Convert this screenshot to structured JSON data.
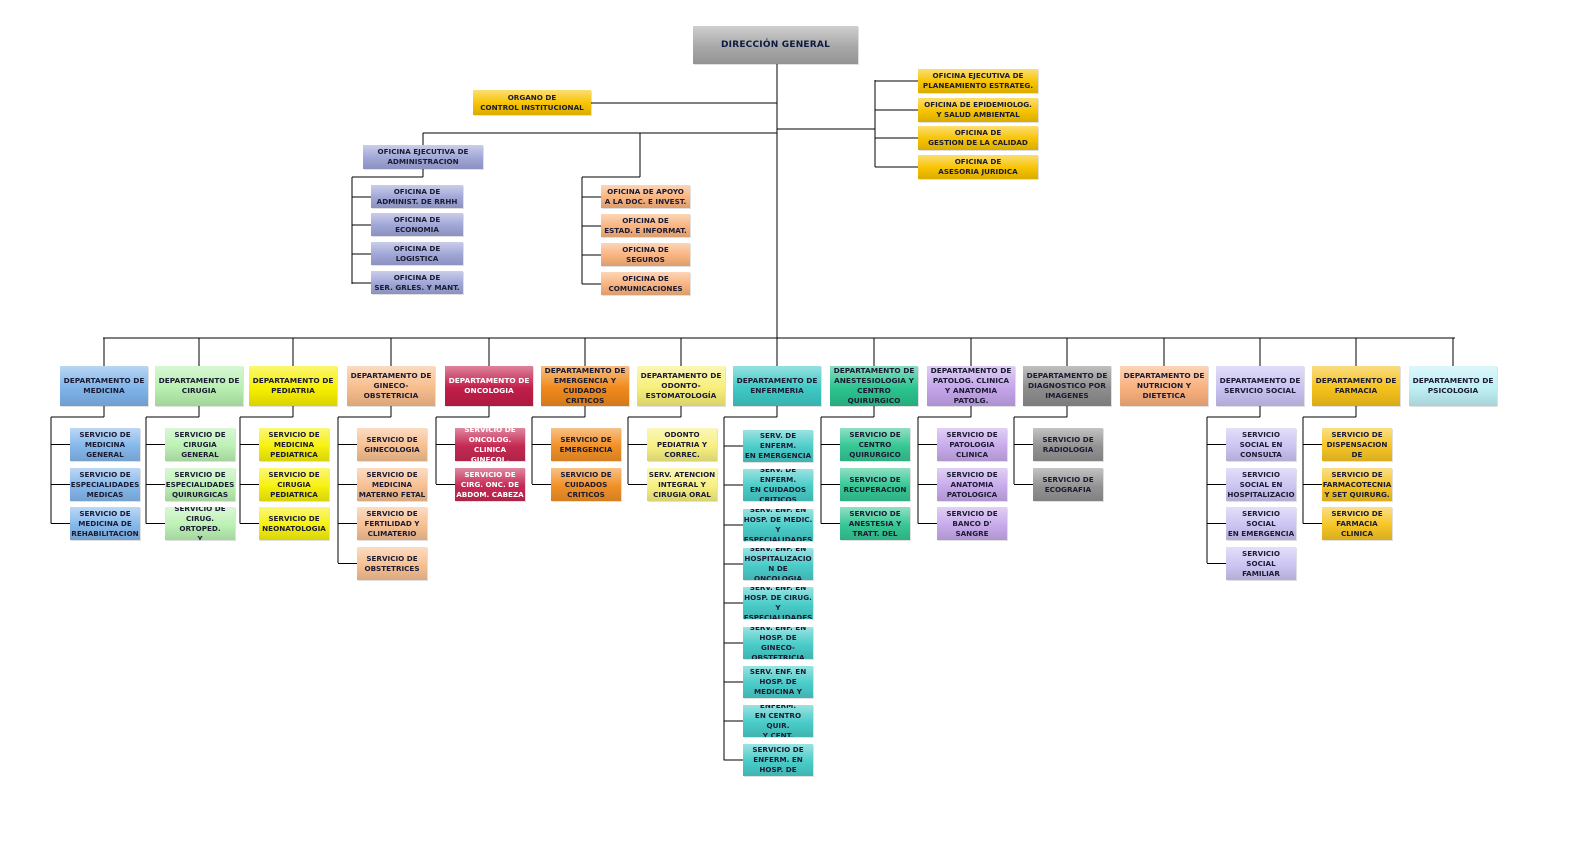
{
  "colors": {
    "gold": "#f7c300",
    "gray": "#a8a8a8",
    "lavender": "#9fa6d7",
    "peach": "#f9b37e",
    "line": "#000000",
    "dept": {
      "medicina": "#7fb4ea",
      "cirugia": "#b8f0b0",
      "pediatria": "#f7f000",
      "gineco": "#f7bd8c",
      "oncologia": "#c21e4a",
      "emergencia": "#f08a1c",
      "odonto": "#f7ef7a",
      "enfermeria": "#3fc9c6",
      "anestesiologia": "#2bc48e",
      "patologia": "#c5a5ea",
      "diagnostico": "#8d8d8d",
      "nutricion": "#f9b07e",
      "servicio_social": "#c9c2f2",
      "farmacia": "#f6c21b",
      "psicologia": "#bff0f5"
    }
  },
  "root": {
    "label": "DIRECCIÓN GENERAL"
  },
  "organo_control": {
    "label": "ORGANO DE\nCONTROL INSTITUCIONAL"
  },
  "oficinas_derecha": [
    "OFICINA EJECUTIVA DE\nPLANEAMIENTO ESTRATEG.",
    "OFICINA DE EPIDEMIOLOG.\nY SALUD AMBIENTAL",
    "OFICINA DE\nGESTION DE LA CALIDAD",
    "OFICINA DE\nASESORIA JURIDICA"
  ],
  "administracion": {
    "label": "OFICINA EJECUTIVA DE\nADMINISTRACION",
    "children": [
      "OFICINA DE\nADMINIST. DE RRHH",
      "OFICINA DE\nECONOMIA",
      "OFICINA DE\nLOGISTICA",
      "OFICINA DE\nSER. GRLES. Y MANT."
    ]
  },
  "apoyo": [
    "OFICINA DE APOYO\nA LA DOC. E INVEST.",
    "OFICINA  DE\nESTAD. E INFORMAT.",
    "OFICINA DE\nSEGUROS",
    "OFICINA DE\nCOMUNICACIONES"
  ],
  "departments": [
    {
      "key": "medicina",
      "label": "DEPARTAMENTO DE\nMEDICINA",
      "services": [
        "SERVICIO DE\nMEDICINA\nGENERAL",
        "SERVICIO DE\nESPECIALIDADES\nMEDICAS",
        "SERVICIO DE\nMEDICINA DE\nREHABILITACION"
      ]
    },
    {
      "key": "cirugia",
      "label": "DEPARTAMENTO DE\nCIRUGIA",
      "services": [
        "SERVICIO DE\nCIRUGIA GENERAL",
        "SERVICIO DE\nESPECIALIDADES\nQUIRURGICAS",
        "SERVICIO DE\nCIRUG. ORTOPED.\nY"
      ]
    },
    {
      "key": "pediatria",
      "label": "DEPARTAMENTO DE\nPEDIATRIA",
      "services": [
        "SERVICIO DE\nMEDICINA\nPEDIATRICA",
        "SERVICIO DE\nCIRUGIA\nPEDIATRICA",
        "SERVICIO DE\nNEONATOLOGIA"
      ]
    },
    {
      "key": "gineco",
      "label": "DEPARTAMENTO DE\nGINECO-\nOBSTETRICIA",
      "services": [
        "SERVICIO DE\nGINECOLOGIA",
        "SERVICIO DE\nMEDICINA\nMATERNO FETAL",
        "SERVICIO DE\nFERTILIDAD Y\nCLIMATERIO",
        "SERVICIO DE\nOBSTETRICES"
      ]
    },
    {
      "key": "oncologia",
      "label": "DEPARTAMENTO DE\nONCOLOGIA",
      "services": [
        "SERVICIO DE\nONCOLOG.\nCLINICA GINECOL.",
        "SERVICIO DE\nCIRG. ONC. DE\nABDOM. CABEZA"
      ]
    },
    {
      "key": "emergencia",
      "label": "DEPARTAMENTO DE\nEMERGENCIA Y\nCUIDADOS\nCRITICOS",
      "services": [
        "SERVICIO DE\nEMERGENCIA",
        "SERVICIO DE\nCUIDADOS\nCRITICOS"
      ]
    },
    {
      "key": "odonto",
      "label": "DEPARTAMENTO DE\nODONTO-\nESTOMATOLOGÍA",
      "services": [
        "SERV. DE ODONTO\nPEDIATRIA Y\nCORREC. DENTAL",
        "SERV. ATENCION\nINTEGRAL Y\nCIRUGIA ORAL"
      ]
    },
    {
      "key": "enfermeria",
      "label": "DEPARTAMENTO DE\nENFERMERIA",
      "services": [
        "SERV. DE ENFERM.\nEN EMERGENCIA",
        "SERV. DE ENFERM.\nEN CUIDADOS\nCRITICOS",
        "SERV. ENF. EN\nHOSP. DE MEDIC. Y\nESPECIALIDADES",
        "SERV. ENF. EN\nHOSPITALIZACIO\nN DE ONCOLOGIA",
        "SERV. ENF. EN\nHOSP. DE CIRUG. Y\nESPECIALIDADES",
        "SERV. ENF. EN\nHOSP. DE GINECO-\nOBSTETRICIA",
        "SERV. ENF. EN\nHOSP. DE\nMEDICINA Y",
        "SERV. DE ENFERM.\nEN CENTRO QUIR.\nY CENT. ESTERILIZ.",
        "SERVICIO DE\nENFERM. EN\nHOSP. DE"
      ]
    },
    {
      "key": "anestesiologia",
      "label": "DEPARTAMENTO DE\nANESTESIOLOGIA Y\nCENTRO QUIRURGICO",
      "services": [
        "SERVICIO DE\nCENTRO\nQUIRURGICO",
        "SERVICIO DE\nRECUPERACION",
        "SERVICIO DE\nANESTESIA Y\nTRATT. DEL"
      ]
    },
    {
      "key": "patologia",
      "label": "DEPARTAMENTO DE\nPATOLOG. CLINICA\nY ANATOMIA\nPATOLG.",
      "services": [
        "SERVICIO DE\nPATOLOGIA\nCLINICA",
        "SERVICIO DE\nANATOMIA\nPATOLOGICA",
        "SERVICIO DE\nBANCO D'\nSANGRE"
      ]
    },
    {
      "key": "diagnostico",
      "label": "DEPARTAMENTO DE\nDIAGNOSTICO POR\nIMAGENES",
      "services": [
        "SERVICIO DE\nRADIOLOGIA",
        "SERVICIO DE\nECOGRAFIA"
      ]
    },
    {
      "key": "nutricion",
      "label": "DEPARTAMENTO DE\nNUTRICION Y\nDIETETICA",
      "services": []
    },
    {
      "key": "servicio_social",
      "label": "DEPARTAMENTO DE\nSERVICIO SOCIAL",
      "services": [
        "SERVICIO\nSOCIAL EN\nCONSULTA",
        "SERVICIO\nSOCIAL EN\nHOSPITALIZACIO",
        "SERVICIO SOCIAL\nEN EMERGENCIA",
        "SERVICIO SOCIAL\nFAMILIAR"
      ]
    },
    {
      "key": "farmacia",
      "label": "DEPARTAMENTO DE\nFARMACIA",
      "services": [
        "SERVICIO DE\nDISPENSACION\nDE",
        "SERVICIO DE\nFARMACOTECNIA\nY SET QUIRURG.",
        "SERVICIO DE\nFARMACIA\nCLINICA"
      ]
    },
    {
      "key": "psicologia",
      "label": "DEPARTAMENTO DE\nPSICOLOGIA",
      "services": []
    }
  ]
}
